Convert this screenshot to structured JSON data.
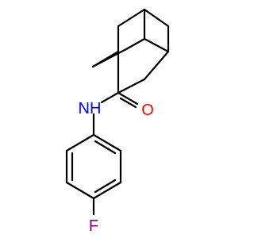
{
  "molecule": {
    "atoms": {
      "nitrogen": {
        "symbol": "NH",
        "color": "#0000ff"
      },
      "oxygen": {
        "symbol": "O",
        "color": "#ff0000"
      },
      "fluorine": {
        "symbol": "F",
        "color": "#800080"
      }
    },
    "bond_color": "#000000",
    "background": "#ffffff"
  }
}
